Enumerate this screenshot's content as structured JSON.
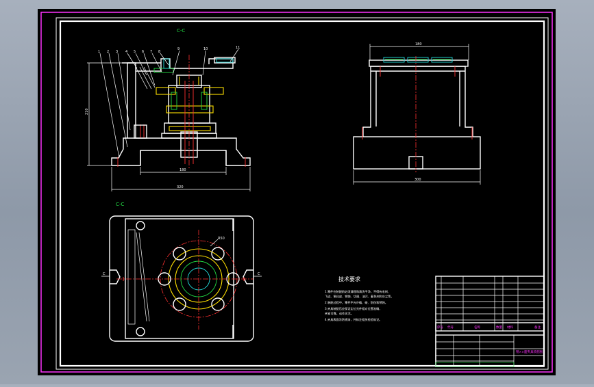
{
  "drawing": {
    "section_label_top": "C-C",
    "section_label_plan": "C-C",
    "leader_numbers": [
      "1",
      "2",
      "3",
      "4",
      "5",
      "6",
      "7",
      "8",
      "9",
      "10",
      "11"
    ],
    "dims": {
      "height_left": "210",
      "base_inner": "180",
      "base_width": "320",
      "width_right_top": "180",
      "width_right_base": "300",
      "plan_radius": "R50"
    },
    "plan_markers": {
      "left": "C",
      "right": "C"
    },
    "tech_title": "技术要求",
    "tech_notes": [
      "1.零件在装配前必须清理和清洗干净，不得有毛刺、",
      "  飞边、氧化皮、锈蚀、切屑、油污、着色剂和灰尘等。",
      "2.装配过程中，零件不允许磕、碰、划伤和锈蚀。",
      "3.夹具装配后应保证定位元件相对位置准确，",
      "  夹紧可靠，动作灵活。",
      "4.夹具表面涂防锈漆，并标注相关检验标记。"
    ],
    "title_block": {
      "drawing_name": "铣××面夹具装配图",
      "col_labels": [
        "序号",
        "代号",
        "名称",
        "数量",
        "材料",
        "备注"
      ]
    }
  },
  "colors": {
    "background": "#000000",
    "outer_frame": "#ffffff",
    "border_magenta": "#ff33ff",
    "center_line": "#ff3030",
    "part_yellow": "#ffe000",
    "part_green": "#22dd44",
    "part_cyan": "#22dddd"
  }
}
